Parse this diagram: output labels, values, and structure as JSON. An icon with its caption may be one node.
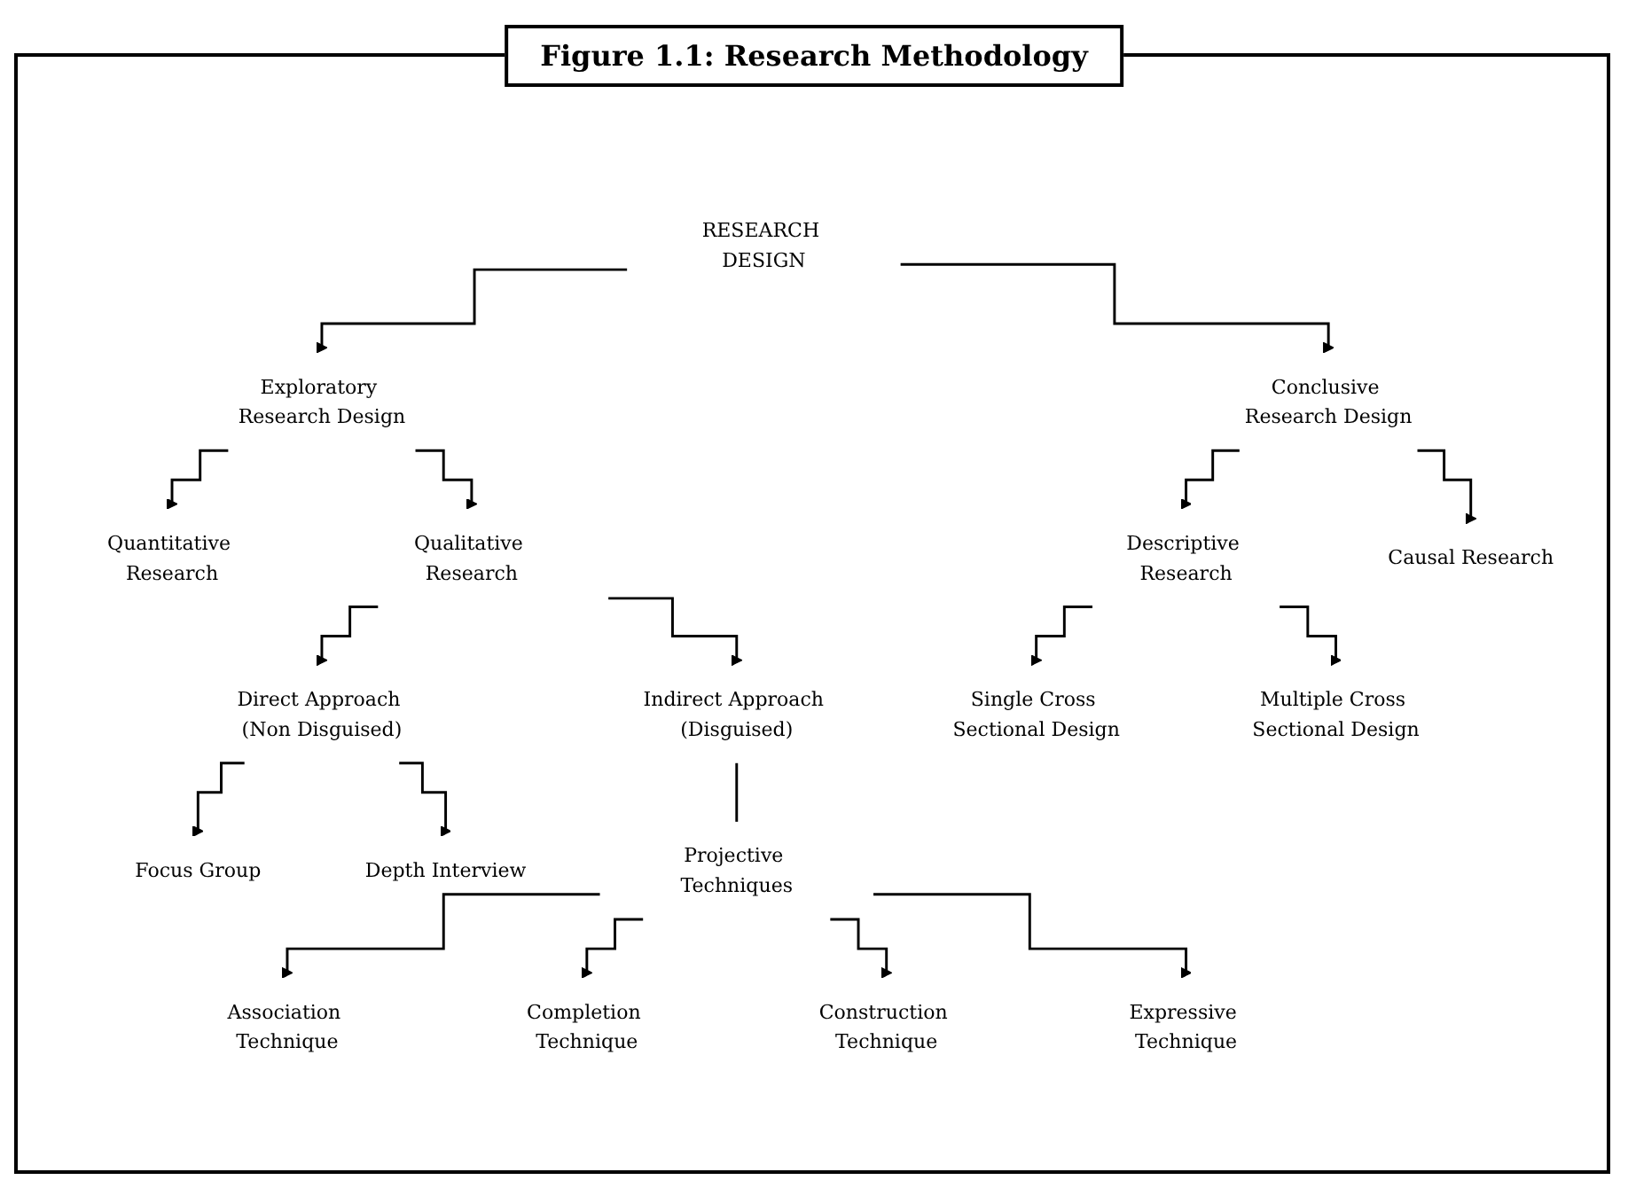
{
  "diagram": {
    "title": "Figure 1.1: Research Methodology",
    "nodes": [
      {
        "text": [
          "RESEARCH DESIGN"
        ]
      },
      {
        "text": [
          "Exploratory Research Design"
        ]
      },
      {
        "text": [
          "Conclusive Research Design"
        ]
      },
      {
        "text": [
          "Quantitative Research"
        ]
      },
      {
        "text": [
          "Qualitative Research"
        ]
      },
      {
        "text": [
          "Descriptive Research"
        ]
      },
      {
        "text": [
          "Causal Research"
        ]
      },
      {
        "text": [
          "Direct Approach (Non Disguised)"
        ]
      },
      {
        "text": [
          "Indirect Approach (Disguised)"
        ]
      },
      {
        "text": [
          "Single Cross Sectional Design"
        ]
      },
      {
        "text": [
          "Multiple Cross Sectional Design"
        ]
      },
      {
        "text": [
          "Focus Group"
        ]
      },
      {
        "text": [
          "Depth Interview"
        ]
      },
      {
        "text": [
          "Projective Techniques"
        ]
      },
      {
        "text": [
          "Association Technique"
        ]
      },
      {
        "text": [
          "Completion Technique"
        ]
      },
      {
        "text": [
          "Construction Technique"
        ]
      },
      {
        "text": [
          "Expressive Technique"
        ]
      }
    ],
    "edges": [
      {
        "from": 0,
        "to": 1,
        "arrow": "to"
      },
      {
        "from": 0,
        "to": 2,
        "arrow": "to"
      },
      {
        "from": 1,
        "to": 3,
        "arrow": "to"
      },
      {
        "from": 1,
        "to": 4,
        "arrow": "to"
      },
      {
        "from": 2,
        "to": 5,
        "arrow": "to"
      },
      {
        "from": 2,
        "to": 6,
        "arrow": "to"
      },
      {
        "from": 4,
        "to": 7,
        "arrow": "to"
      },
      {
        "from": 4,
        "to": 8,
        "arrow": "to"
      },
      {
        "from": 5,
        "to": 9,
        "arrow": "to"
      },
      {
        "from": 5,
        "to": 10,
        "arrow": "to"
      },
      {
        "from": 7,
        "to": 11,
        "arrow": "to"
      },
      {
        "from": 7,
        "to": 12,
        "arrow": "to"
      },
      {
        "from": 8,
        "to": 13,
        "arrow": "none"
      },
      {
        "from": 13,
        "to": 14,
        "arrow": "to"
      },
      {
        "from": 13,
        "to": 15,
        "arrow": "to"
      },
      {
        "from": 13,
        "to": 16,
        "arrow": "to"
      },
      {
        "from": 13,
        "to": 17,
        "arrow": "to"
      }
    ]
  }
}
